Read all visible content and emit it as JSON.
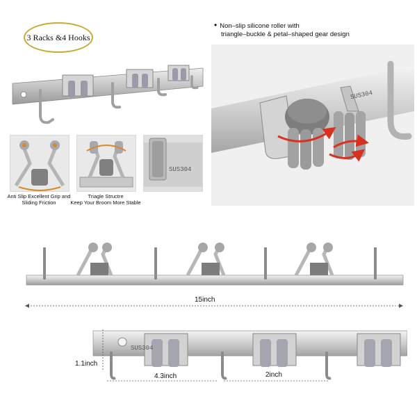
{
  "badge": {
    "text": "3 Racks &4 Hooks"
  },
  "feature": {
    "line1": "Non–slip silicone roller with",
    "line2": "triangle–buckle & petal–shaped gear design"
  },
  "details": [
    {
      "caption_line1": "Anti Slip Excellent Grip and",
      "caption_line2": "Sliding Friction"
    },
    {
      "caption_line1": "Triagle Structre",
      "caption_line2": "Keep Your Broom More Stable"
    },
    {
      "sus_label": "SUS304"
    }
  ],
  "closeup": {
    "sus_label": "SUS304"
  },
  "dimensions": {
    "length": "15inch",
    "height": "1.1inch",
    "rack_spacing": "4.3inch",
    "hook_spacing": "2inch",
    "sus_label": "SUS304"
  },
  "colors": {
    "steel": "#c8c8c8",
    "silicone": "#8a8a8a",
    "roller": "#b0b0b0",
    "arrow": "#d9301f",
    "badge_border": "#c9a93a"
  }
}
